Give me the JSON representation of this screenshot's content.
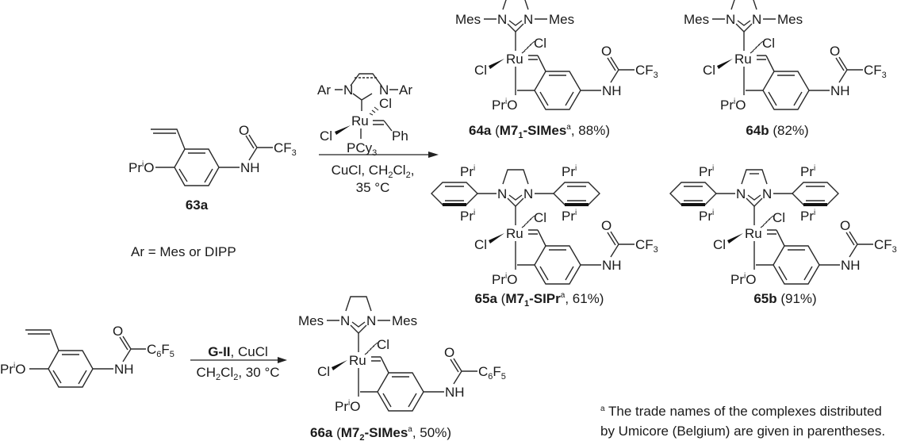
{
  "scheme": {
    "reaction1": {
      "substrate": {
        "label": "63a",
        "ether": "Pr",
        "ether_sup": "i",
        "ether_o": "O",
        "amide_o": "O",
        "amide_nh": "NH",
        "amide_r": "CF",
        "amide_r_sub": "3"
      },
      "catalyst": {
        "ar_left": "Ar",
        "ar_right": "Ar",
        "n": "N",
        "ru": "Ru",
        "cl": "Cl",
        "ph": "Ph",
        "pcy": "PCy",
        "pcy_sub": "3"
      },
      "conditions_line1_a": "CuCl, CH",
      "conditions_line1_sub1": "2",
      "conditions_line1_b": "Cl",
      "conditions_line1_sub2": "2",
      "conditions_line1_c": ",",
      "conditions_line2": "35 °C",
      "ar_definition": "Ar = Mes or DIPP"
    },
    "products": [
      {
        "id": "64a",
        "label_bold": "64a",
        "paren_open": " (",
        "trade_name_bold": "M7",
        "trade_sub": "1",
        "trade_name_bold2": "-SIMes",
        "trade_sup": "a",
        "yield_text": ",  88%)",
        "nhc_substituent": "Mes",
        "ligand": "saturated"
      },
      {
        "id": "64b",
        "label_bold": "64b",
        "yield_text": " (82%)",
        "nhc_substituent": "Mes",
        "ligand": "unsaturated"
      },
      {
        "id": "65a",
        "label_bold": "65a",
        "paren_open": " (",
        "trade_name_bold": "M7",
        "trade_sub": "1",
        "trade_name_bold2": "-SIPr",
        "trade_sup": "a",
        "yield_text": ", 61%)",
        "nhc_substituent": "DIPP",
        "ligand": "saturated"
      },
      {
        "id": "65b",
        "label_bold": "65b",
        "yield_text": " (91%)",
        "nhc_substituent": "DIPP",
        "ligand": "unsaturated"
      }
    ],
    "reaction2": {
      "substrate": {
        "ether": "Pr",
        "ether_sup": "i",
        "ether_o": "O",
        "amide_o": "O",
        "amide_nh": "NH",
        "amide_r_a": "C",
        "amide_r_sub1": "6",
        "amide_r_b": "F",
        "amide_r_sub2": "5"
      },
      "reagent_bold": "G-II",
      "reagent_rest": ", CuCl",
      "conditions_a": "CH",
      "conditions_sub1": "2",
      "conditions_b": "Cl",
      "conditions_sub2": "2",
      "conditions_c": ", 30 °C",
      "product": {
        "label_bold": "66a",
        "paren_open": " (",
        "trade_name_bold": "M7",
        "trade_sub": "2",
        "trade_name_bold2": "-SIMes",
        "trade_sup": "a",
        "yield_text": ", 50%)"
      }
    },
    "common_labels": {
      "mes": "Mes",
      "n": "N",
      "ru": "Ru",
      "cl": "Cl",
      "pr": "Pr",
      "sup_i": "i",
      "o": "O",
      "nh": "NH",
      "cf": "CF",
      "sub3": "3"
    },
    "footnote": {
      "marker": "a",
      "line1": " The trade names of the complexes distributed",
      "line2": "by Umicore (Belgium) are given in parentheses."
    }
  }
}
